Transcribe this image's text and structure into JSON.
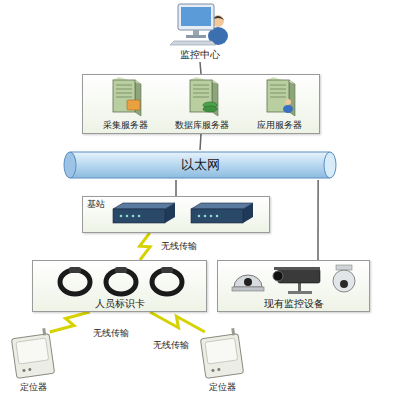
{
  "diagram": {
    "nodes": [
      {
        "text": [
          "监控中心"
        ]
      },
      {
        "text": []
      },
      {
        "text": [
          "采集服务器"
        ],
        "in": 1
      },
      {
        "text": [
          "数据库服务器"
        ],
        "in": 1
      },
      {
        "text": [
          "应用服务器"
        ],
        "in": 1
      },
      {
        "text": [
          "以太网"
        ]
      },
      {
        "text": [
          "基站"
        ]
      },
      {
        "text": [
          "人员标识卡"
        ]
      },
      {
        "text": [
          "现有监控设备"
        ]
      },
      {
        "text": [
          "定位器"
        ]
      },
      {
        "text": [
          "定位器"
        ]
      }
    ],
    "edges": [
      {
        "from": 0,
        "to": 1,
        "arrow": "none"
      },
      {
        "from": 1,
        "to": 5,
        "arrow": "none"
      },
      {
        "from": 5,
        "to": 6,
        "arrow": "none"
      },
      {
        "from": 5,
        "to": 8,
        "arrow": "none"
      },
      {
        "from": 6,
        "to": 7,
        "label": "无线传输",
        "arrow": "none"
      },
      {
        "from": 7,
        "to": 9,
        "label": "无线传输",
        "arrow": "none"
      },
      {
        "from": 7,
        "to": 10,
        "label": "无线传输",
        "arrow": "none"
      }
    ]
  }
}
